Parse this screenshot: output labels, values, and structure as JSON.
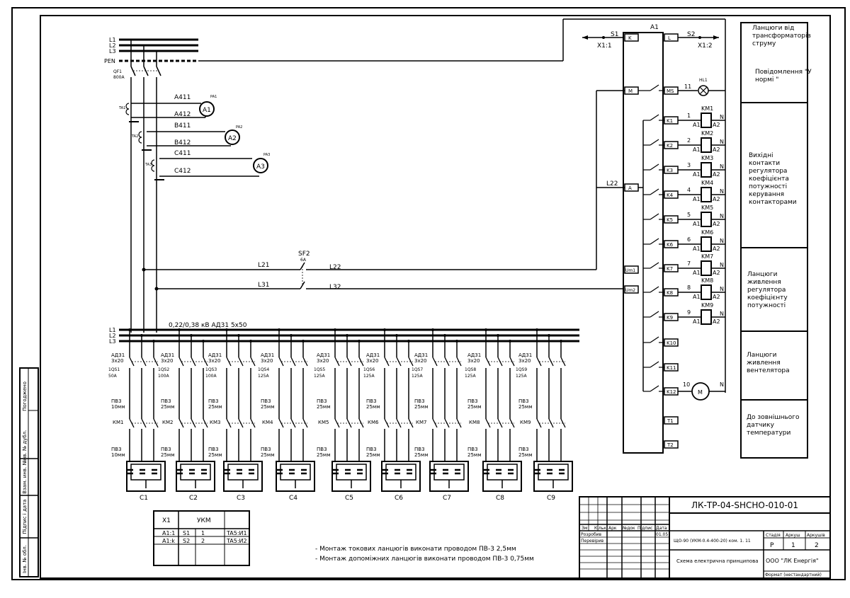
{
  "bus": {
    "l1": "L1",
    "l2": "L2",
    "l3": "L3",
    "pen": "PEN",
    "feeder": "0,22/0,38 кВ АД31 5х50"
  },
  "qf1": {
    "name": "QF1",
    "rating": "800A"
  },
  "meters": [
    {
      "name": "A1",
      "pa": "PA1",
      "wire_a": "A411",
      "wire_b": "A412",
      "ta": "TA1"
    },
    {
      "name": "A2",
      "pa": "PA2",
      "wire_a": "B411",
      "wire_b": "B412",
      "ta": "TA2"
    },
    {
      "name": "A3",
      "pa": "PA3",
      "wire_a": "C411",
      "wire_b": "C412",
      "ta": "TA3"
    }
  ],
  "sf2": {
    "name": "SF2",
    "rating": "6A",
    "in_a": "L21",
    "in_b": "L31",
    "out_a": "L22",
    "out_b": "L32"
  },
  "feeders": [
    {
      "qs": "1QS1",
      "qs_rating": "50A",
      "cable": "АД31",
      "cable_size": "3х20",
      "pv": "ПВ3",
      "pv_size": "10мм",
      "km": "КМ1",
      "cap": "C1"
    },
    {
      "qs": "1QS2",
      "qs_rating": "100A",
      "cable": "АД31",
      "cable_size": "3х20",
      "pv": "ПВ3",
      "pv_size": "25мм",
      "km": "КМ2",
      "cap": "C2"
    },
    {
      "qs": "1QS3",
      "qs_rating": "100A",
      "cable": "АД31",
      "cable_size": "3х20",
      "pv": "ПВ3",
      "pv_size": "25мм",
      "km": "КМ3",
      "cap": "C3"
    },
    {
      "qs": "1QS4",
      "qs_rating": "125A",
      "cable": "АД31",
      "cable_size": "3х20",
      "pv": "ПВ3",
      "pv_size": "25мм",
      "km": "КМ4",
      "cap": "C4"
    },
    {
      "qs": "1QS5",
      "qs_rating": "125A",
      "cable": "АД31",
      "cable_size": "3х20",
      "pv": "ПВ3",
      "pv_size": "25мм",
      "km": "КМ5",
      "cap": "C5"
    },
    {
      "qs": "1QS6",
      "qs_rating": "125A",
      "cable": "АД31",
      "cable_size": "3х20",
      "pv": "ПВ3",
      "pv_size": "25мм",
      "km": "КМ6",
      "cap": "C6"
    },
    {
      "qs": "1QS7",
      "qs_rating": "125A",
      "cable": "АД31",
      "cable_size": "3х20",
      "pv": "ПВ3",
      "pv_size": "25мм",
      "km": "КМ7",
      "cap": "C7"
    },
    {
      "qs": "1QS8",
      "qs_rating": "125A",
      "cable": "АД31",
      "cable_size": "3х20",
      "pv": "ПВ3",
      "pv_size": "25мм",
      "km": "КМ8",
      "cap": "C8"
    },
    {
      "qs": "1QS9",
      "qs_rating": "125A",
      "cable": "АД31",
      "cable_size": "3х20",
      "pv": "ПВ3",
      "pv_size": "25мм",
      "km": "КМ9",
      "cap": "C9"
    }
  ],
  "a1": {
    "name": "A1",
    "s1": "S1",
    "s2": "S2",
    "x11": "X1:1",
    "x12": "X1:2",
    "k": "K",
    "l": "L",
    "m": "M",
    "ms": "MS",
    "a": "A",
    "l22": "L22",
    "um1": "Um1",
    "um2": "Um2",
    "hl1": "HL1",
    "hl_num": "11",
    "t1": "T1",
    "t2": "T2",
    "fan_num": "10",
    "fan": "M",
    "n": "N",
    "contacts": [
      "K1",
      "K2",
      "K3",
      "K4",
      "K5",
      "K6",
      "K7",
      "K8",
      "K9",
      "K10",
      "K11",
      "K12"
    ],
    "kms": [
      {
        "num": "1",
        "name": "KM1"
      },
      {
        "num": "2",
        "name": "KM2"
      },
      {
        "num": "3",
        "name": "KM3"
      },
      {
        "num": "4",
        "name": "KM4"
      },
      {
        "num": "5",
        "name": "KM5"
      },
      {
        "num": "6",
        "name": "KM6"
      },
      {
        "num": "7",
        "name": "KM7"
      },
      {
        "num": "8",
        "name": "KM8"
      },
      {
        "num": "9",
        "name": "KM9"
      }
    ],
    "coil_a1": "A1",
    "coil_a2": "A2"
  },
  "right_notes": [
    "Ланцюги від трансформаторів струму",
    "Повідомлення \"У нормі \"",
    "Вихідні контакти регулятора коефіцієнта потужності керування контакторами",
    "Ланцюги живлення регулятора коефіцієнту потужності",
    "Ланцюги живлення вентелятора",
    "До зовнішнього датчику температури"
  ],
  "left_stamp": [
    "Погоджено",
    "Інв. № дубл.",
    "Взам. инв. №",
    "Підпис і дата",
    "Інв. № обл."
  ],
  "conn_table": {
    "h1": "X1",
    "h2": "УКМ",
    "r1": [
      "A1:1",
      "S1",
      "1",
      "TA5:И1"
    ],
    "r2": [
      "A1:k",
      "S2",
      "2",
      "TA5:И2"
    ]
  },
  "notes": [
    "- Монтаж токових ланцюгів виконати проводом ПВ-3 2,5мм",
    "- Монтаж допоміжних ланцюгів виконати проводом ПВ-3 0,75мм"
  ],
  "title_block": {
    "code": "ЛК-ТР-04-SHCHO-010-01",
    "cols": [
      "Зм",
      "Кільк",
      "Арк",
      "№док",
      "Підпис",
      "Дата"
    ],
    "r1": "Розробив",
    "r2": "Перевірив",
    "date": "01.05",
    "product": "ЩО-90 (УКМ-0.4-400-20) ком. 1. 11",
    "doc": "Схема електрична принципова",
    "stage_h": "Стадія",
    "sheet_h": "Аркуш",
    "sheets_h": "Аркушів",
    "stage": "Р",
    "sheet": "1",
    "sheets": "2",
    "company": "ООО \"ЛК Енергія\"",
    "format": "Формат (нестандартний)"
  }
}
